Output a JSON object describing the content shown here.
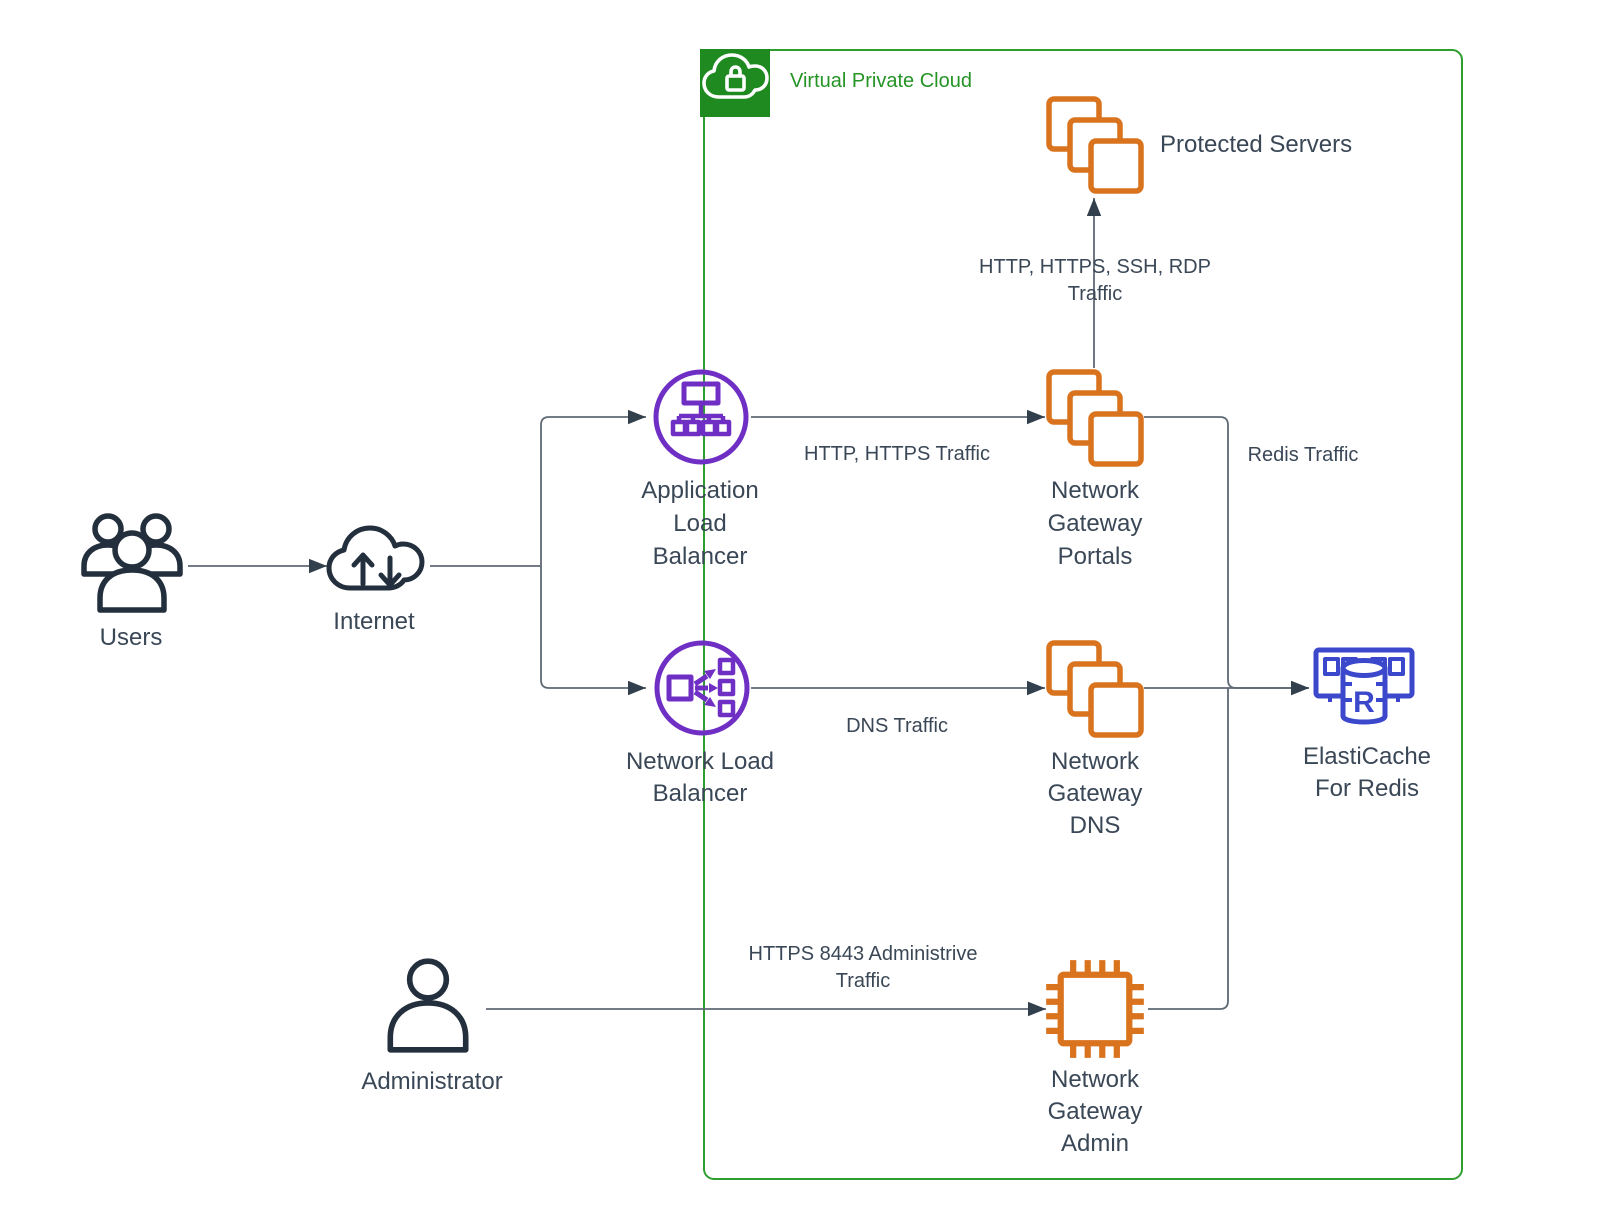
{
  "colors": {
    "navy": "#232F3D",
    "orange": "#D9731E",
    "purple": "#6F2EC4",
    "blue": "#3B48CC",
    "green-border": "#2E9E2E",
    "green-fill": "#1F8A1F",
    "green-text": "#259425",
    "line": "#5F6A74",
    "arrow": "#32404D",
    "text": "#3A4756"
  },
  "vpc": {
    "label": "Virtual Private Cloud"
  },
  "nodes": {
    "users": {
      "label": "Users"
    },
    "internet": {
      "label": "Internet"
    },
    "alb": {
      "label": "Application\nLoad\nBalancer"
    },
    "nlb": {
      "label": "Network Load\nBalancer"
    },
    "portals": {
      "label": "Network\nGateway\nPortals"
    },
    "dns": {
      "label": "Network\nGateway\nDNS"
    },
    "admin": {
      "label": "Network\nGateway\nAdmin"
    },
    "protected": {
      "label": "Protected Servers"
    },
    "elasticache": {
      "label": "ElastiCache\nFor Redis"
    },
    "administrator": {
      "label": "Administrator"
    }
  },
  "edge_labels": {
    "http_https": "HTTP, HTTPS Traffic",
    "dns": "DNS Traffic",
    "redis": "Redis Traffic",
    "protected": "HTTP, HTTPS, SSH, RDP\nTraffic",
    "admin": "HTTPS 8443 Administrive\nTraffic"
  }
}
